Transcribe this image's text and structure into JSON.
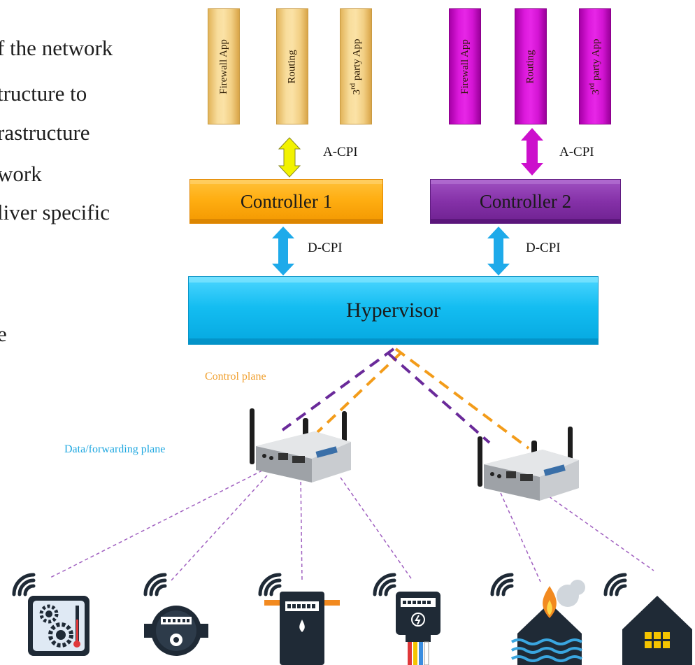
{
  "side_text": {
    "line1": "f the network",
    "line2": "tructure to",
    "line3": "rastructure",
    "line4": "work",
    "line5": "liver specific",
    "line6": "e"
  },
  "apps_group1": [
    {
      "label": "Firewall App"
    },
    {
      "label": "Routing"
    },
    {
      "label_base": "3",
      "label_sup": "rd",
      "label_rest": " party App"
    }
  ],
  "apps_group2": [
    {
      "label": "Firewall App"
    },
    {
      "label": "Routing"
    },
    {
      "label_base": "3",
      "label_sup": "rd",
      "label_rest": " party App"
    }
  ],
  "interfaces": {
    "acpi_1": "A-CPI",
    "acpi_2": "A-CPI",
    "dcpi_1": "D-CPI",
    "dcpi_2": "D-CPI"
  },
  "controllers": {
    "controller1": "Controller 1",
    "controller2": "Controller 2"
  },
  "hypervisor": "Hypervisor",
  "planes": {
    "control": "Control plane",
    "data": "Data/forwarding plane"
  },
  "colors": {
    "app_gold": "#f6d690",
    "app_magenta": "#dc19dc",
    "controller1": "#ffae12",
    "controller2": "#8531a8",
    "hypervisor": "#14bdf1",
    "arrow_yellow": "#f2f200",
    "arrow_magenta": "#cc10cc",
    "arrow_blue": "#1eaaea",
    "control_plane_text": "#f0a030",
    "data_plane_text": "#20a8e0",
    "dash_purple": "#6a2a9a",
    "dash_orange": "#f39c1a",
    "dash_light_purple": "#a060c0"
  },
  "icons": [
    "router-icon-1",
    "router-icon-2",
    "thermostat-device-icon",
    "water-meter-icon",
    "gas-meter-icon",
    "electric-meter-icon",
    "house-gas-water-icon",
    "smart-house-icon"
  ]
}
